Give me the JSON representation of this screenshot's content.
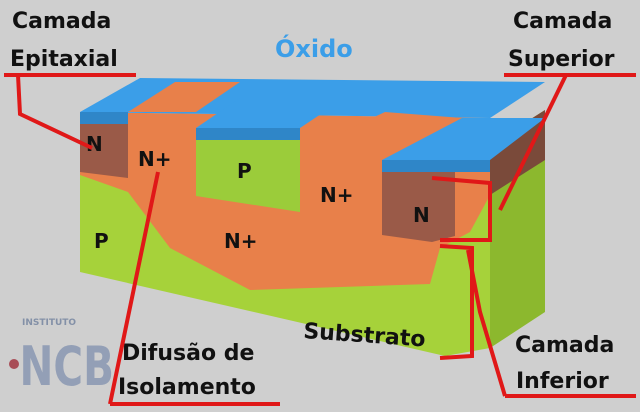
{
  "colors": {
    "background": "#cfcfcf",
    "oxide": "#3b9ee8",
    "epitaxial_n_plus": "#e8804a",
    "p_region": "#9bcc3a",
    "n_region": "#9a5a48",
    "substrate": "#a6d23a",
    "leader_line": "#e01818",
    "text": "#111111"
  },
  "labels": {
    "oxido": "Óxido",
    "camada_epitaxial_1": "Camada",
    "camada_epitaxial_2": "Epitaxial",
    "camada_superior_1": "Camada",
    "camada_superior_2": "Superior",
    "camada_inferior_1": "Camada",
    "camada_inferior_2": "Inferior",
    "difusao_1": "Difusão de",
    "difusao_2": "Isolamento",
    "substrato": "Substrato",
    "region_n_left": "N",
    "region_nplus_left": "N+",
    "region_p_top": "P",
    "region_nplus_right": "N+",
    "region_nplus_center": "N+",
    "region_p_left": "P",
    "region_n_right": "N"
  },
  "logo": {
    "line1": "INSTITUTO",
    "line2": "NCB"
  }
}
